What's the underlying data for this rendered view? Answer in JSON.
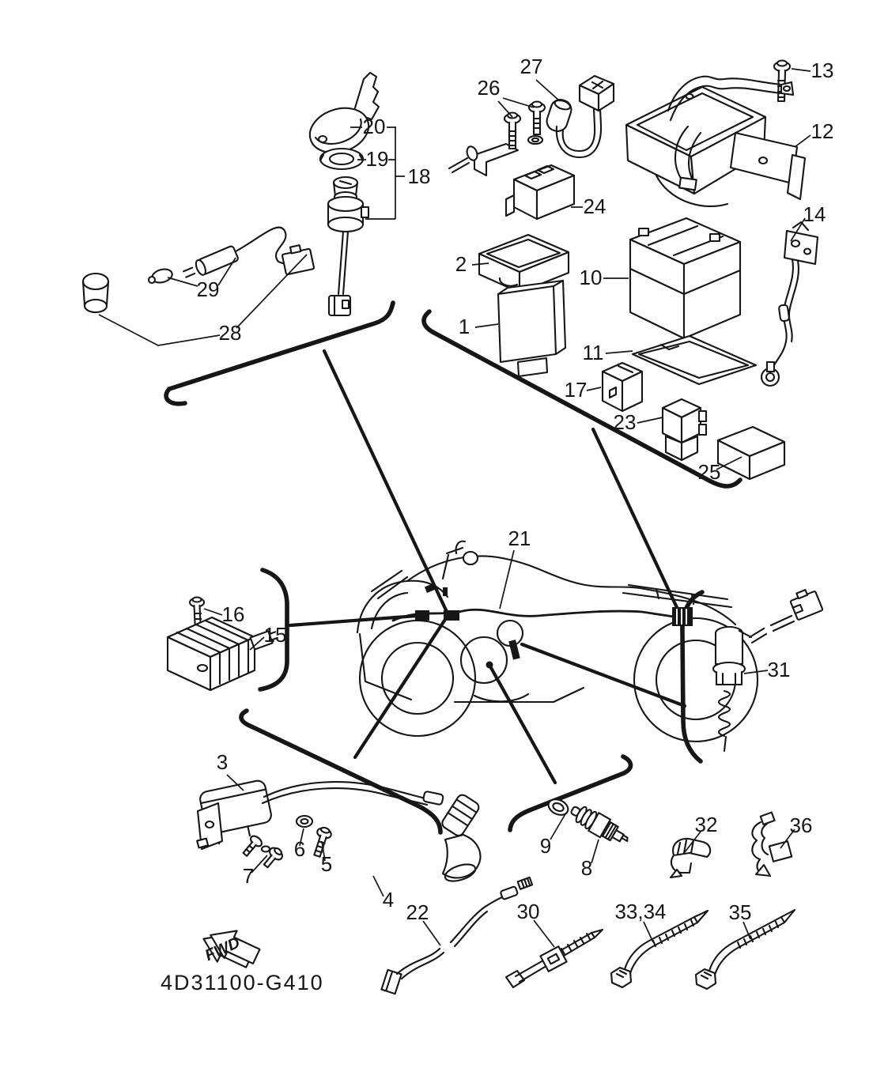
{
  "diagram": {
    "code": "4D31100-G410",
    "fwd": "FWD"
  },
  "palette": {
    "ink": "#161616",
    "paper": "#ffffff"
  },
  "labels": {
    "n1": "1",
    "n2": "2",
    "n3": "3",
    "n4": "4",
    "n5": "5",
    "n6": "6",
    "n7": "7",
    "n8": "8",
    "n9": "9",
    "n10": "10",
    "n11": "11",
    "n12": "12",
    "n13": "13",
    "n14": "14",
    "n15": "15",
    "n16": "16",
    "n17": "17",
    "n18": "18",
    "n19": "19",
    "n20": "20",
    "n21": "21",
    "n22": "22",
    "n23": "23",
    "n24": "24",
    "n25": "25",
    "n26": "26",
    "n27": "27",
    "n28": "28",
    "n29": "29",
    "n30": "30",
    "n31": "31",
    "n32": "32",
    "n33_34": "33,34",
    "n35": "35",
    "n36": "36"
  }
}
